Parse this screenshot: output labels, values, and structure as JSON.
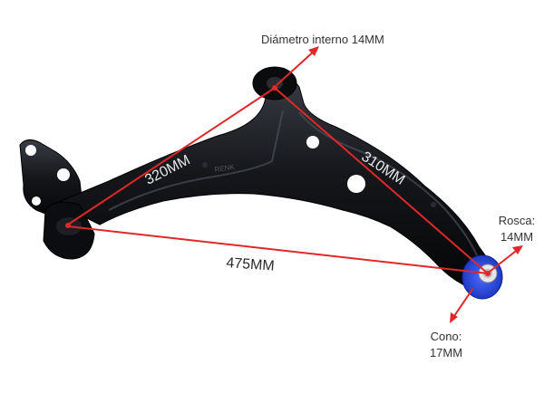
{
  "colors": {
    "background": "#ffffff",
    "measure_line": "#e0282a",
    "arm_body": "#111214",
    "arm_highlight": "#3a3d44",
    "bushing_blue": "#1f3fd8"
  },
  "labels": {
    "diametro_interno": "Diámetro interno 14MM",
    "rosca_line1": "Rosca:",
    "rosca_line2": "14MM",
    "cono_line1": "Cono:",
    "cono_line2": "17MM",
    "stamp_text": "RENK"
  },
  "measurements": {
    "upper_arm": "320MM",
    "diagonal": "310MM",
    "bottom": "475MM"
  }
}
